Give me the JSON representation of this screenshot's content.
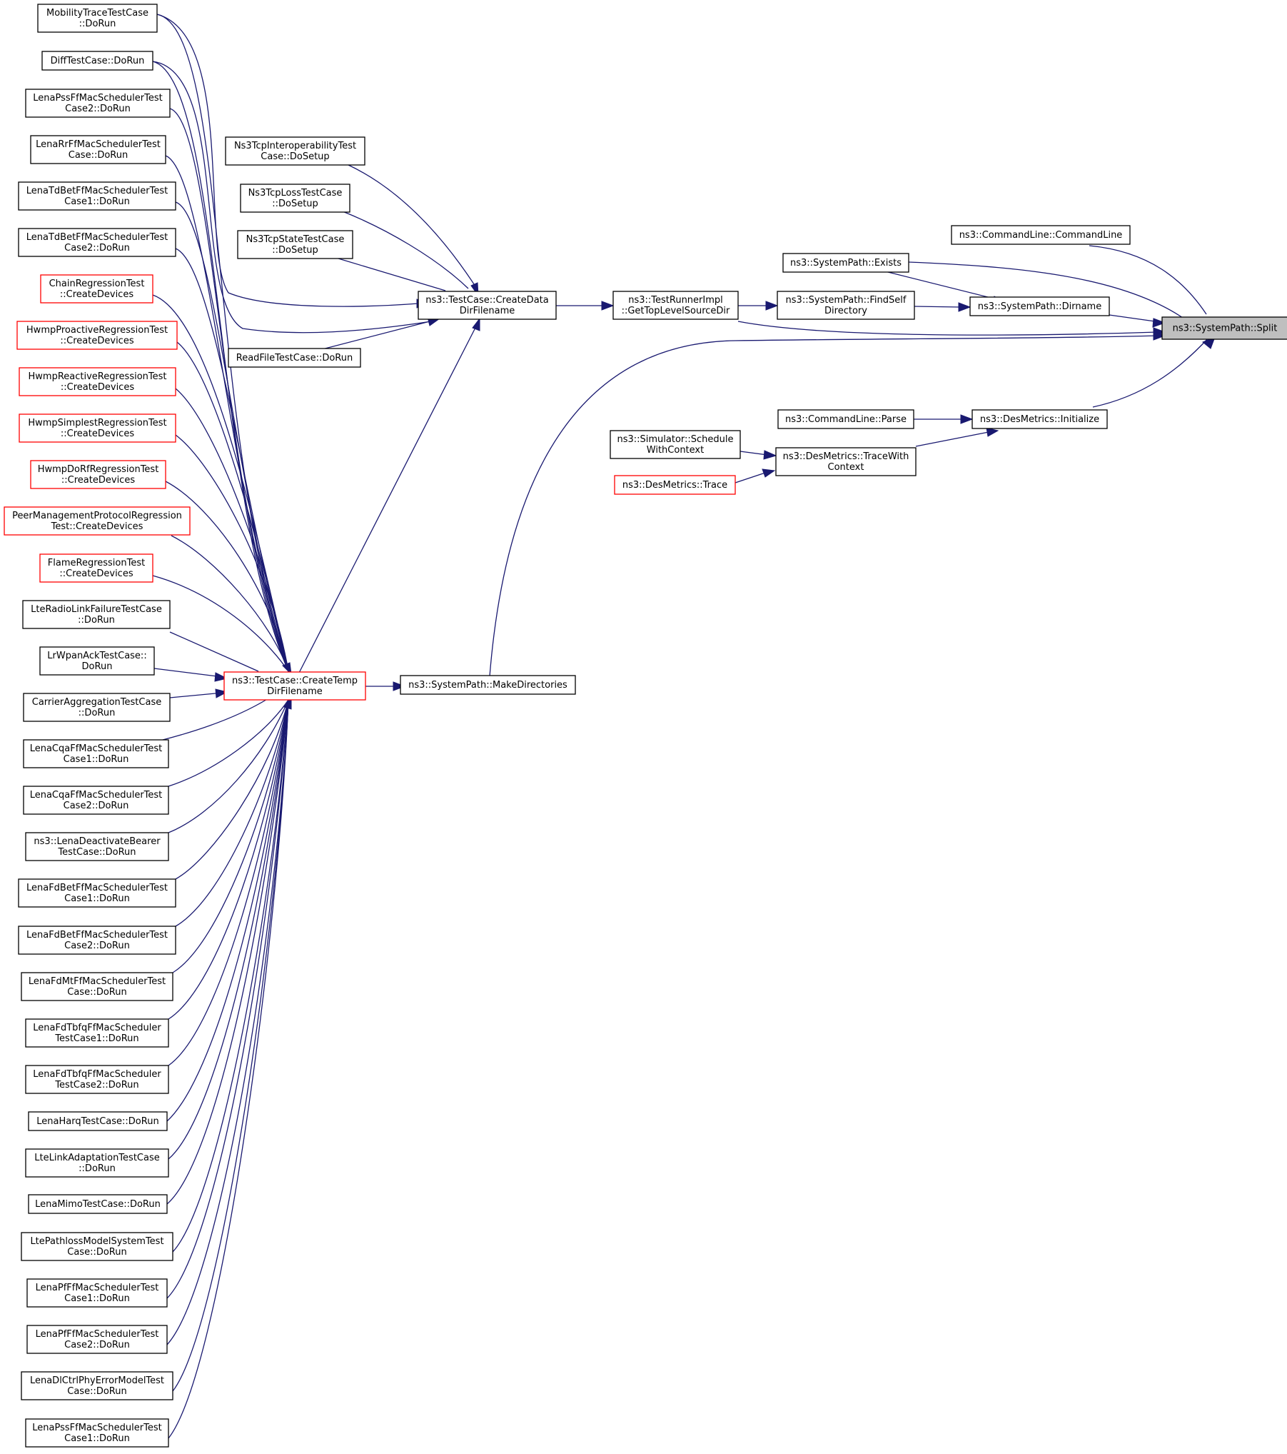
{
  "nodes": [
    {
      "id": "split",
      "lines": [
        "ns3::SystemPath::Split"
      ],
      "focus": true
    },
    {
      "id": "cmdline_ctor",
      "lines": [
        "ns3::CommandLine::CommandLine"
      ]
    },
    {
      "id": "exists",
      "lines": [
        "ns3::SystemPath::Exists"
      ]
    },
    {
      "id": "dirname",
      "lines": [
        "ns3::SystemPath::Dirname"
      ]
    },
    {
      "id": "findself",
      "lines": [
        "ns3::SystemPath::FindSelf",
        "Directory"
      ]
    },
    {
      "id": "toplevel",
      "lines": [
        "ns3::TestRunnerImpl",
        "::GetTopLevelSourceDir"
      ]
    },
    {
      "id": "createdata",
      "lines": [
        "ns3::TestCase::CreateData",
        "DirFilename"
      ]
    },
    {
      "id": "desinit",
      "lines": [
        "ns3::DesMetrics::Initialize"
      ]
    },
    {
      "id": "cmdparse",
      "lines": [
        "ns3::CommandLine::Parse"
      ]
    },
    {
      "id": "tracewith",
      "lines": [
        "ns3::DesMetrics::TraceWith",
        "Context"
      ]
    },
    {
      "id": "schedule",
      "lines": [
        "ns3::Simulator::Schedule",
        "WithContext"
      ]
    },
    {
      "id": "trace",
      "lines": [
        "ns3::DesMetrics::Trace"
      ],
      "red": true
    },
    {
      "id": "makedirs",
      "lines": [
        "ns3::SystemPath::MakeDirectories"
      ]
    },
    {
      "id": "createtemp",
      "lines": [
        "ns3::TestCase::CreateTemp",
        "DirFilename"
      ],
      "red": true
    },
    {
      "id": "tcpinterop",
      "lines": [
        "Ns3TcpInteroperabilityTest",
        "Case::DoSetup"
      ]
    },
    {
      "id": "tcploss",
      "lines": [
        "Ns3TcpLossTestCase",
        "::DoSetup"
      ]
    },
    {
      "id": "tcpstate",
      "lines": [
        "Ns3TcpStateTestCase",
        "::DoSetup"
      ]
    },
    {
      "id": "readfile",
      "lines": [
        "ReadFileTestCase::DoRun"
      ]
    },
    {
      "id": "mobility",
      "lines": [
        "MobilityTraceTestCase",
        "::DoRun"
      ]
    },
    {
      "id": "difftest",
      "lines": [
        "DiffTestCase::DoRun"
      ]
    },
    {
      "id": "lenapss2",
      "lines": [
        "LenaPssFfMacSchedulerTest",
        "Case2::DoRun"
      ]
    },
    {
      "id": "lenarr",
      "lines": [
        "LenaRrFfMacSchedulerTest",
        "Case::DoRun"
      ]
    },
    {
      "id": "lenatdbet1",
      "lines": [
        "LenaTdBetFfMacSchedulerTest",
        "Case1::DoRun"
      ]
    },
    {
      "id": "lenatdbet2",
      "lines": [
        "LenaTdBetFfMacSchedulerTest",
        "Case2::DoRun"
      ]
    },
    {
      "id": "chainreg",
      "lines": [
        "ChainRegressionTest",
        "::CreateDevices"
      ],
      "red": true
    },
    {
      "id": "hwmpproactive",
      "lines": [
        "HwmpProactiveRegressionTest",
        "::CreateDevices"
      ],
      "red": true
    },
    {
      "id": "hwmpreactive",
      "lines": [
        "HwmpReactiveRegressionTest",
        "::CreateDevices"
      ],
      "red": true
    },
    {
      "id": "hwmpsimplest",
      "lines": [
        "HwmpSimplestRegressionTest",
        "::CreateDevices"
      ],
      "red": true
    },
    {
      "id": "hwmpdorf",
      "lines": [
        "HwmpDoRfRegressionTest",
        "::CreateDevices"
      ],
      "red": true
    },
    {
      "id": "peermgmt",
      "lines": [
        "PeerManagementProtocolRegression",
        "Test::CreateDevices"
      ],
      "red": true
    },
    {
      "id": "flamereg",
      "lines": [
        "FlameRegressionTest",
        "::CreateDevices"
      ],
      "red": true
    },
    {
      "id": "lteradiolink",
      "lines": [
        "LteRadioLinkFailureTestCase",
        "::DoRun"
      ]
    },
    {
      "id": "lrwpanack",
      "lines": [
        "LrWpanAckTestCase::",
        "DoRun"
      ]
    },
    {
      "id": "carrieragg",
      "lines": [
        "CarrierAggregationTestCase",
        "::DoRun"
      ]
    },
    {
      "id": "lenacqa1",
      "lines": [
        "LenaCqaFfMacSchedulerTest",
        "Case1::DoRun"
      ]
    },
    {
      "id": "lenacqa2",
      "lines": [
        "LenaCqaFfMacSchedulerTest",
        "Case2::DoRun"
      ]
    },
    {
      "id": "lenadeactivate",
      "lines": [
        "ns3::LenaDeactivateBearer",
        "TestCase::DoRun"
      ]
    },
    {
      "id": "lenafdbet1",
      "lines": [
        "LenaFdBetFfMacSchedulerTest",
        "Case1::DoRun"
      ]
    },
    {
      "id": "lenafdbet2",
      "lines": [
        "LenaFdBetFfMacSchedulerTest",
        "Case2::DoRun"
      ]
    },
    {
      "id": "lenafdmt",
      "lines": [
        "LenaFdMtFfMacSchedulerTest",
        "Case::DoRun"
      ]
    },
    {
      "id": "lenafdtbfq1",
      "lines": [
        "LenaFdTbfqFfMacScheduler",
        "TestCase1::DoRun"
      ]
    },
    {
      "id": "lenafdtbfq2",
      "lines": [
        "LenaFdTbfqFfMacScheduler",
        "TestCase2::DoRun"
      ]
    },
    {
      "id": "lenaharq",
      "lines": [
        "LenaHarqTestCase::DoRun"
      ]
    },
    {
      "id": "ltelinkadapt",
      "lines": [
        "LteLinkAdaptationTestCase",
        "::DoRun"
      ]
    },
    {
      "id": "lenamimo",
      "lines": [
        "LenaMimoTestCase::DoRun"
      ]
    },
    {
      "id": "ltepathloss",
      "lines": [
        "LtePathlossModelSystemTest",
        "Case::DoRun"
      ]
    },
    {
      "id": "lenapf1",
      "lines": [
        "LenaPfFfMacSchedulerTest",
        "Case1::DoRun"
      ]
    },
    {
      "id": "lenapf2",
      "lines": [
        "LenaPfFfMacSchedulerTest",
        "Case2::DoRun"
      ]
    },
    {
      "id": "lenadlctrl",
      "lines": [
        "LenaDlCtrlPhyErrorModelTest",
        "Case::DoRun"
      ]
    },
    {
      "id": "lenapss1",
      "lines": [
        "LenaPssFfMacSchedulerTest",
        "Case1::DoRun"
      ]
    }
  ],
  "colors": {
    "edge": "#191970",
    "border": "#000000",
    "red_border": "#ff0000",
    "focus_fill": "#bfbfbf"
  }
}
